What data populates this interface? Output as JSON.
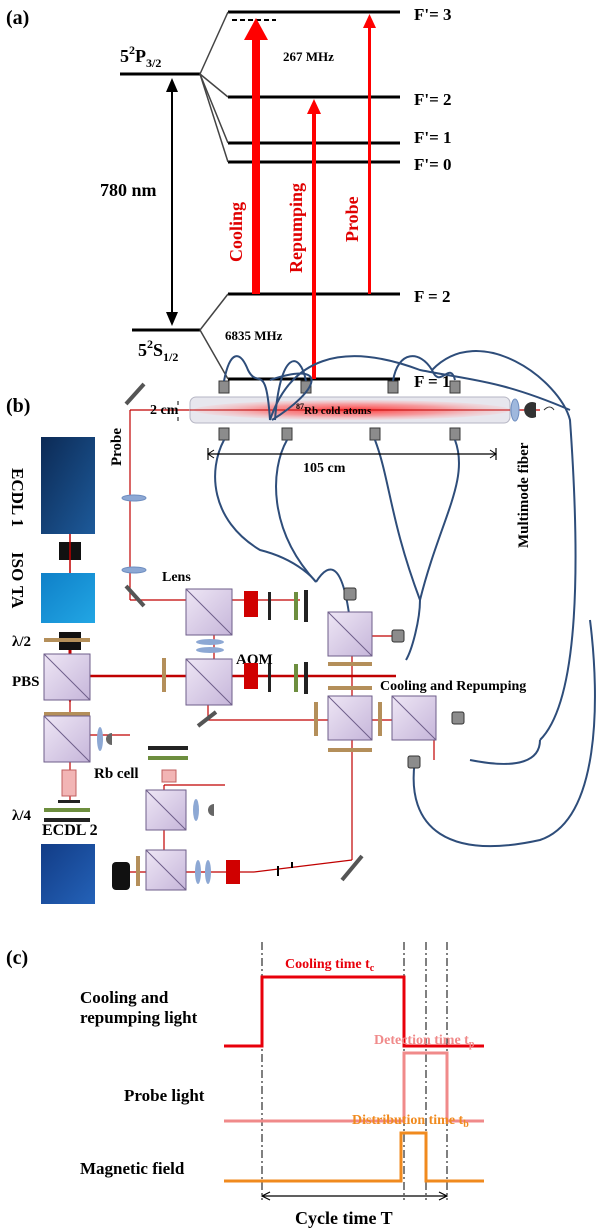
{
  "panel_a": {
    "tag": "(a)",
    "excited_state": "5²P3/2",
    "excited_main": "5",
    "excited_sup": "2",
    "excited_P": "P",
    "excited_sub": "3/2",
    "ground_main": "5",
    "ground_sup": "2",
    "ground_S": "S",
    "ground_sub": "1/2",
    "wavelength": "780 nm",
    "hf_excited": "267 MHz",
    "hf_ground": "6835 MHz",
    "levels": [
      "F'= 3",
      "F'= 2",
      "F'= 1",
      "F'= 0",
      "F = 2",
      "F = 1"
    ],
    "arrows": [
      "Cooling",
      "Repumping",
      "Probe"
    ],
    "colors": {
      "laser": "#ff0000"
    }
  },
  "panel_b": {
    "tag": "(b)",
    "ecdl1": "ECDL 1",
    "iso": "ISO",
    "ta": "TA",
    "half_wave": "λ/2",
    "pbs": "PBS",
    "quarter_wave": "λ/4",
    "rb_cell": "Rb cell",
    "ecdl2": "ECDL 2",
    "probe": "Probe",
    "lens": "Lens",
    "aom": "AOM",
    "size": "2 cm",
    "atoms": "87Rb cold atoms",
    "atoms_sup": "87",
    "atoms_text": "Rb cold atoms",
    "length": "105 cm",
    "cooling_repumping": "Cooling and Repumping",
    "fiber": "Multimode fiber"
  },
  "panel_c": {
    "tag": "(c)",
    "rows": [
      {
        "label_line1": "Cooling and",
        "label_line2": "repumping light",
        "color": "#e8000b"
      },
      {
        "label_line1": "Probe light",
        "label_line2": "",
        "color": "#f08a8a"
      },
      {
        "label_line1": "Magnetic field",
        "label_line2": "",
        "color": "#f08a1e"
      }
    ],
    "cooling_time": "Cooling time t",
    "cooling_sub": "c",
    "detection_time": "Detection time t",
    "detection_sub": "p",
    "distribution_time": "Distribution time t",
    "distribution_sub": "b",
    "cycle": "Cycle time T"
  }
}
